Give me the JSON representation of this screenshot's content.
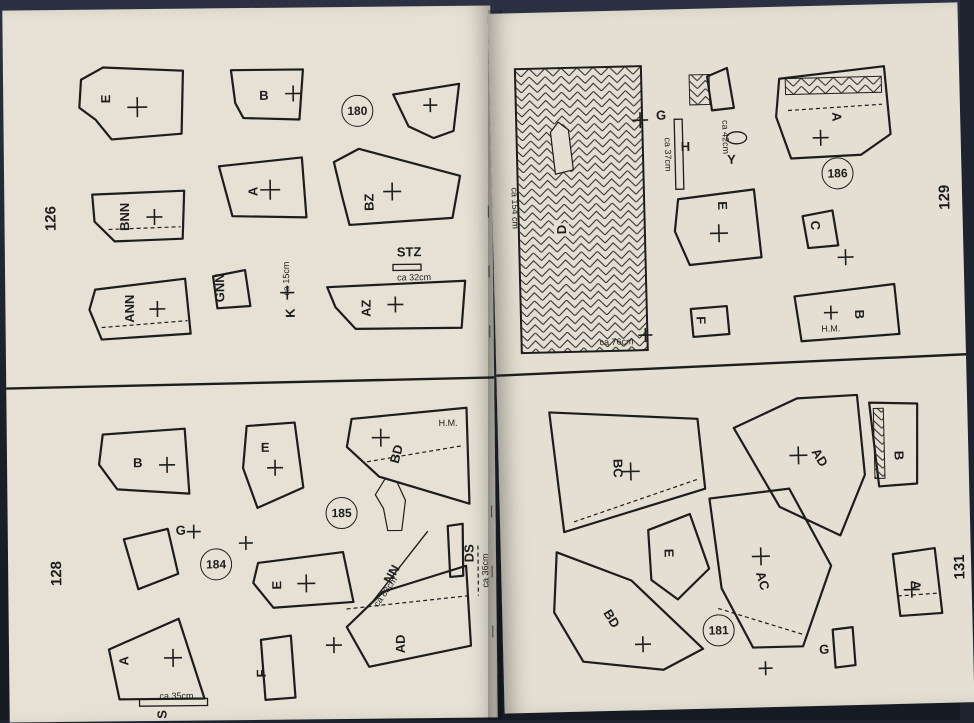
{
  "book": {
    "left_page": {
      "page_numbers": {
        "top": "126",
        "bottom": "128"
      },
      "pattern_numbers": [
        "180",
        "184",
        "185"
      ],
      "pieces_top": [
        "E",
        "B",
        "BNN",
        "A",
        "BZ",
        "ANN",
        "GNN",
        "K",
        "STZ",
        "AZ"
      ],
      "pieces_bottom": [
        "B",
        "E",
        "BD",
        "G",
        "E",
        "NN",
        "DS",
        "A",
        "F",
        "AD",
        "S"
      ],
      "notes": {
        "stz_len": "ca 32cm",
        "k_len": "ca 15cm",
        "nn_len": "ca 83cm",
        "s_len": "ca 35cm",
        "ds_len": "ca 36cm",
        "hm": "H.M."
      }
    },
    "right_page": {
      "page_numbers": {
        "top": "129",
        "bottom": "131"
      },
      "pattern_numbers": [
        "186",
        "181"
      ],
      "pieces_top": [
        "D",
        "H",
        "G",
        "Y",
        "A",
        "E",
        "C",
        "F",
        "B"
      ],
      "pieces_bottom": [
        "BC",
        "AD",
        "B",
        "E",
        "AC",
        "BD",
        "A",
        "G"
      ],
      "notes": {
        "d_len": "ca 154 cm",
        "d_width": "ca 76cm",
        "h_len": "ca 37cm",
        "y_len": "ca 42cm",
        "hm": "H.M."
      }
    }
  }
}
